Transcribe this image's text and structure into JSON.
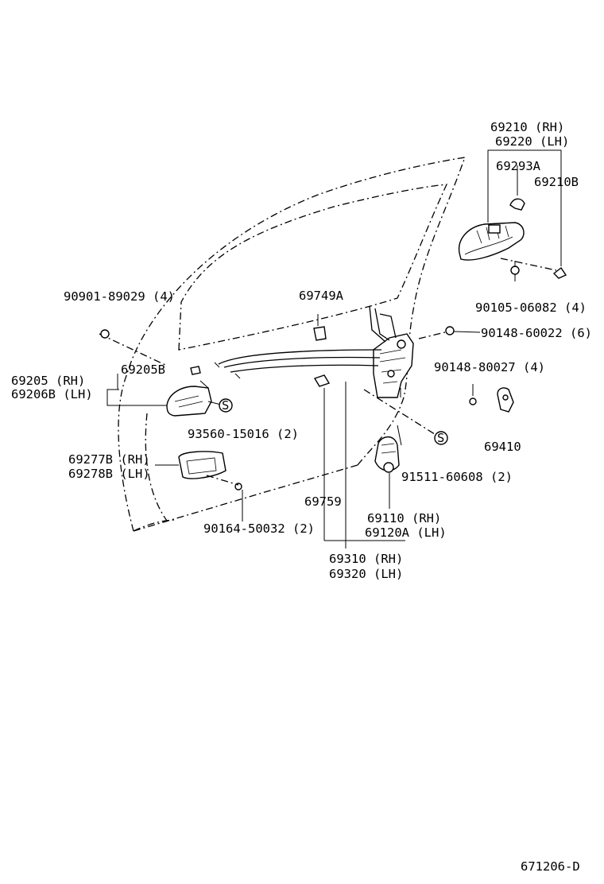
{
  "diagram": {
    "labels": {
      "p69210": "69210 (RH)",
      "p69220": "69220 (LH)",
      "p69293A": "69293A",
      "p69210B": "69210B",
      "p90105": "90105-06082 (4)",
      "p90901": "90901-89029 (4)",
      "p69749A": "69749A",
      "p90148_6": "90148-60022 (6)",
      "p90148_4": "90148-80027 (4)",
      "p69205_rh": "69205  (RH)",
      "p69206B_lh": "69206B (LH)",
      "p69205B": "69205B",
      "p93560": "93560-15016 (2)",
      "p69410": "69410",
      "p69277B": "69277B (RH)",
      "p69278B": "69278B (LH)",
      "p91511": "91511-60608 (2)",
      "p69759": "69759",
      "p90164": "90164-50032 (2)",
      "p69110": "69110  (RH)",
      "p69120A": "69120A (LH)",
      "p69310": "69310 (RH)",
      "p69320": "69320 (LH)",
      "sealant_1": "S",
      "sealant_2": "S"
    },
    "figure_code": "671206-D"
  }
}
